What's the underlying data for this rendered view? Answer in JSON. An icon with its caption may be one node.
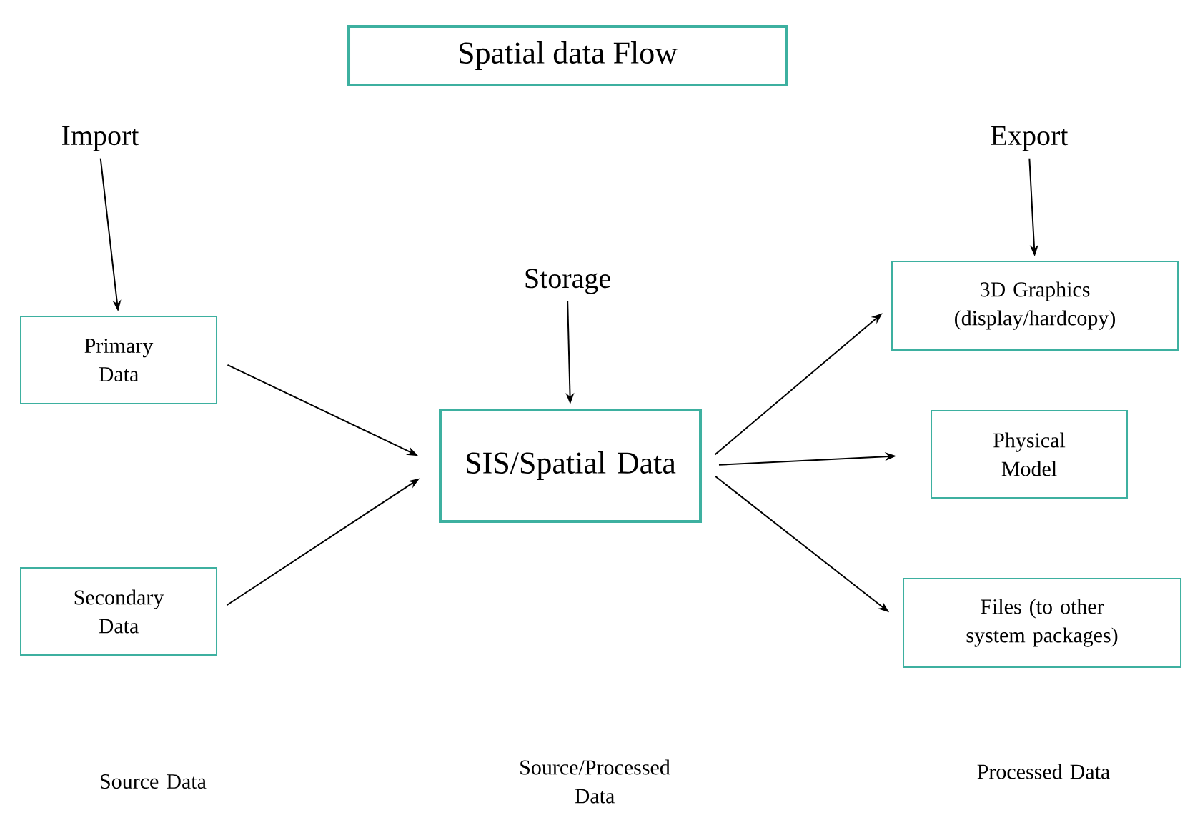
{
  "diagram": {
    "title": "Spatial data Flow",
    "nodes": [
      {
        "text": [
          "Import"
        ]
      },
      {
        "text": [
          "Primary Data"
        ]
      },
      {
        "text": [
          "Secondary Data"
        ]
      },
      {
        "text": [
          "Storage"
        ]
      },
      {
        "text": [
          "SIS/Spatial Data"
        ]
      },
      {
        "text": [
          "Export"
        ]
      },
      {
        "text": [
          "3D Graphics (display/hardcopy)"
        ]
      },
      {
        "text": [
          "Physical Model"
        ]
      },
      {
        "text": [
          "Files (to other system packages)"
        ]
      }
    ],
    "edges": [
      {
        "from": 0,
        "to": 1,
        "arrow": "to"
      },
      {
        "from": 1,
        "to": 4,
        "arrow": "to"
      },
      {
        "from": 2,
        "to": 4,
        "arrow": "to"
      },
      {
        "from": 3,
        "to": 4,
        "arrow": "to"
      },
      {
        "from": 4,
        "to": 6,
        "arrow": "to"
      },
      {
        "from": 4,
        "to": 7,
        "arrow": "to"
      },
      {
        "from": 4,
        "to": 8,
        "arrow": "to"
      },
      {
        "from": 5,
        "to": 6,
        "arrow": "to"
      }
    ],
    "labels": [
      "Source Data",
      "Source/Processed Data",
      "Processed Data"
    ]
  }
}
